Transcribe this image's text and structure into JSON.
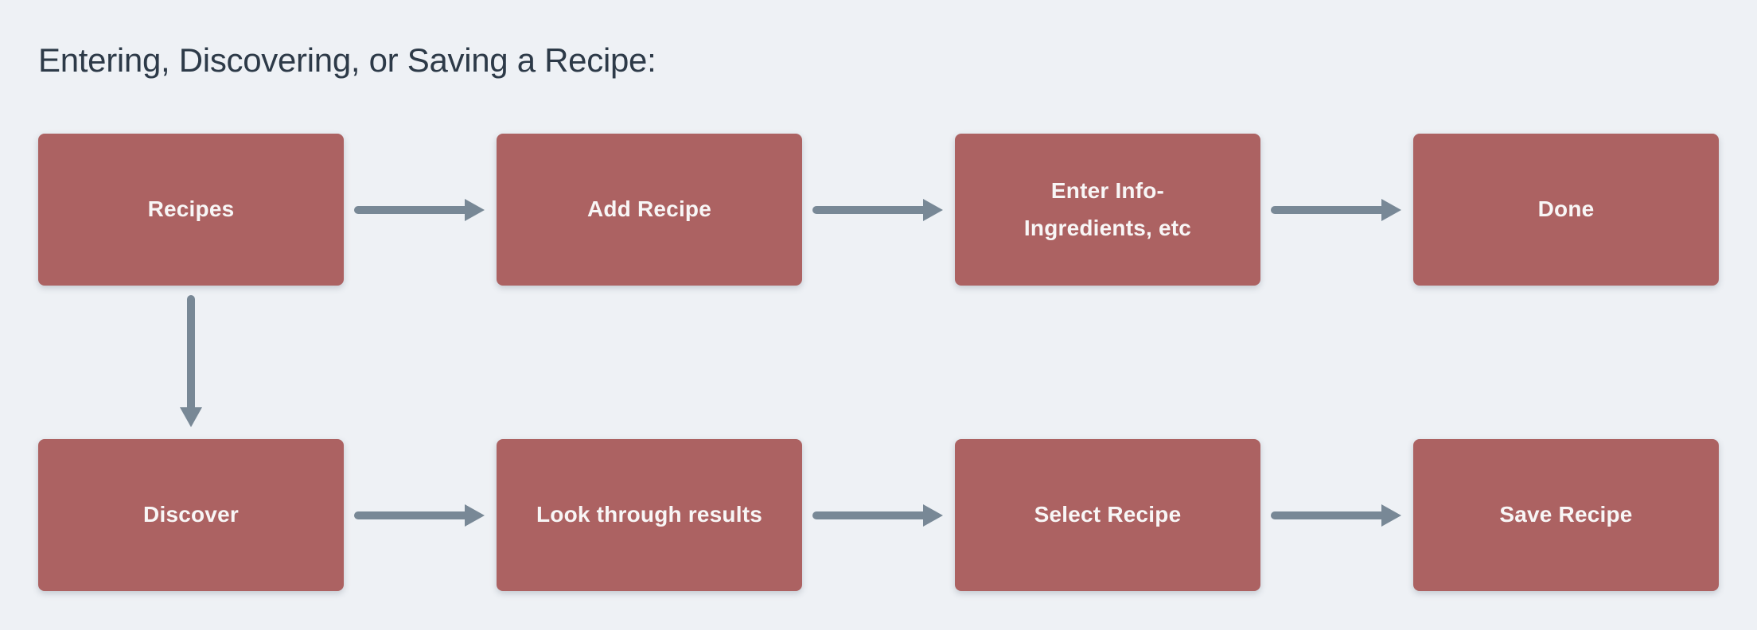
{
  "title": "Entering, Discovering, or Saving a Recipe:",
  "flow": {
    "rows": [
      {
        "nodes": [
          {
            "label": "Recipes"
          },
          {
            "label": "Add Recipe"
          },
          {
            "label": "Enter Info-\nIngredients, etc"
          },
          {
            "label": "Done"
          }
        ]
      },
      {
        "nodes": [
          {
            "label": "Discover"
          },
          {
            "label": "Look through results"
          },
          {
            "label": "Select Recipe"
          },
          {
            "label": "Save Recipe"
          }
        ]
      }
    ],
    "edges": [
      {
        "from": "Recipes",
        "to": "Add Recipe",
        "direction": "right"
      },
      {
        "from": "Add Recipe",
        "to": "Enter Info- Ingredients, etc",
        "direction": "right"
      },
      {
        "from": "Enter Info- Ingredients, etc",
        "to": "Done",
        "direction": "right"
      },
      {
        "from": "Recipes",
        "to": "Discover",
        "direction": "down"
      },
      {
        "from": "Discover",
        "to": "Look through results",
        "direction": "right"
      },
      {
        "from": "Look through results",
        "to": "Select Recipe",
        "direction": "right"
      },
      {
        "from": "Select Recipe",
        "to": "Save Recipe",
        "direction": "right"
      }
    ]
  },
  "colors": {
    "background": "#eef1f5",
    "node_fill": "#ac6262",
    "node_text": "#f8f6f6",
    "arrow": "#788896",
    "title_text": "#2d3a48"
  }
}
